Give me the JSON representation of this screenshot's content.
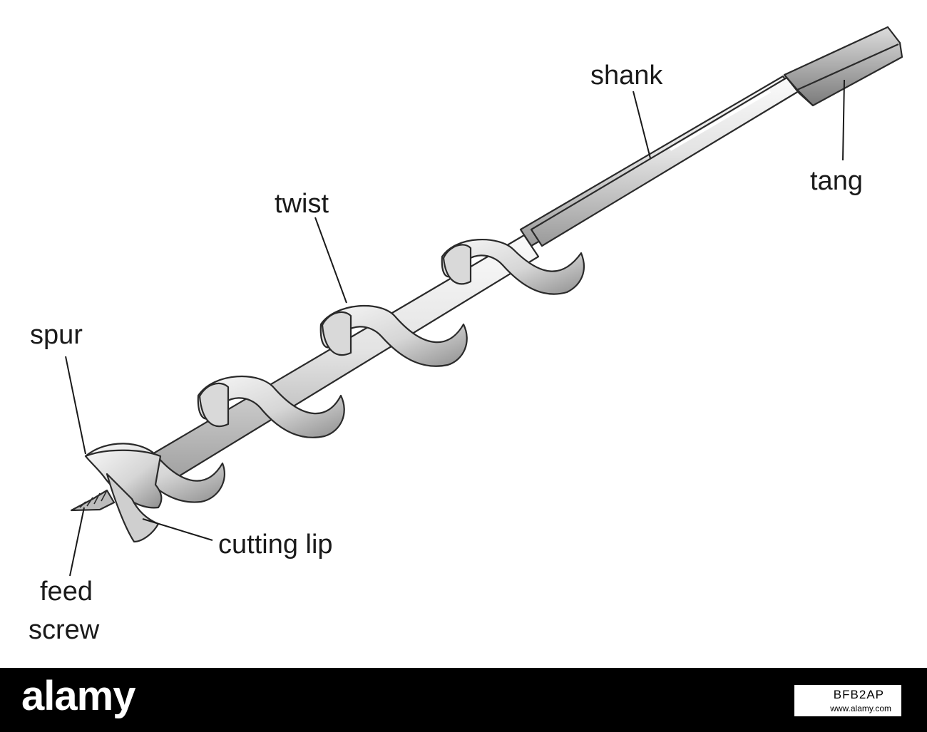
{
  "diagram": {
    "labels": {
      "shank": "shank",
      "tang": "tang",
      "twist": "twist",
      "spur": "spur",
      "cutting_lip": "cutting lip",
      "feed": "feed",
      "screw": "screw"
    }
  },
  "footer": {
    "brand": "alamy",
    "image_id": "BFB2AP",
    "url": "www.alamy.com"
  },
  "colors": {
    "metal_light": "#f2f2f2",
    "metal_mid": "#cfcfcf",
    "metal_dark": "#8d8d8d",
    "outline": "#2a2a2a",
    "footer_bg": "#000000"
  }
}
